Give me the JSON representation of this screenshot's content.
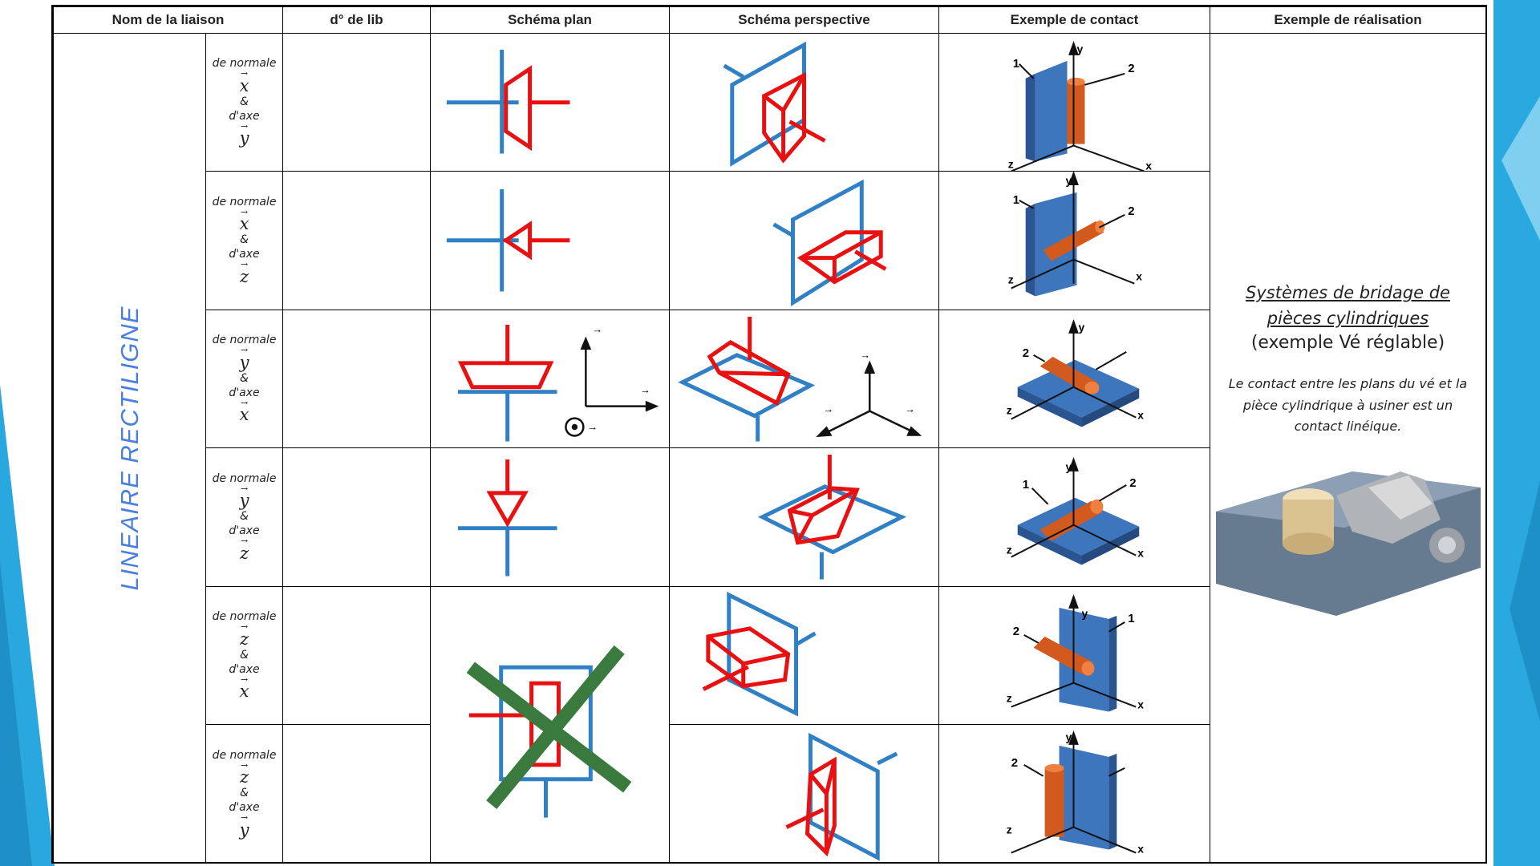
{
  "headers": {
    "nom": "Nom de la liaison",
    "ddl": "d° de lib",
    "plan": "Schéma plan",
    "perspective": "Schéma perspective",
    "contact": "Exemple de contact",
    "realisation": "Exemple de réalisation"
  },
  "liaison_name": "LINEAIRE RECTILIGNE",
  "rows": [
    {
      "normale_label": "de normale",
      "normale": "x",
      "amp": "&",
      "axe_label": "d'axe",
      "axe": "y"
    },
    {
      "normale_label": "de normale",
      "normale": "x",
      "amp": "&",
      "axe_label": "d'axe",
      "axe": "z"
    },
    {
      "normale_label": "de normale",
      "normale": "y",
      "amp": "&",
      "axe_label": "d'axe",
      "axe": "x"
    },
    {
      "normale_label": "de normale",
      "normale": "y",
      "amp": "&",
      "axe_label": "d'axe",
      "axe": "z"
    },
    {
      "normale_label": "de normale",
      "normale": "z",
      "amp": "&",
      "axe_label": "d'axe",
      "axe": "x"
    },
    {
      "normale_label": "de normale",
      "normale": "z",
      "amp": "&",
      "axe_label": "d'axe",
      "axe": "y"
    }
  ],
  "realisation": {
    "title": "Systèmes de bridage de pièces cylindriques",
    "subtitle": "(exemple Vé réglable)",
    "note": "Le contact entre les plans du vé et la pièce cylindrique à usiner est un contact linéique."
  },
  "contact_labels": {
    "one": "1",
    "two": "2",
    "x": "x",
    "y": "y",
    "z": "z"
  },
  "arrow_symbol": "→",
  "colors": {
    "blue_plane": "#2f80c4",
    "red_part": "#e81010",
    "cross": "#3b7a3e",
    "title_blue": "#4a7fe0",
    "accent": "#29a8e0"
  }
}
